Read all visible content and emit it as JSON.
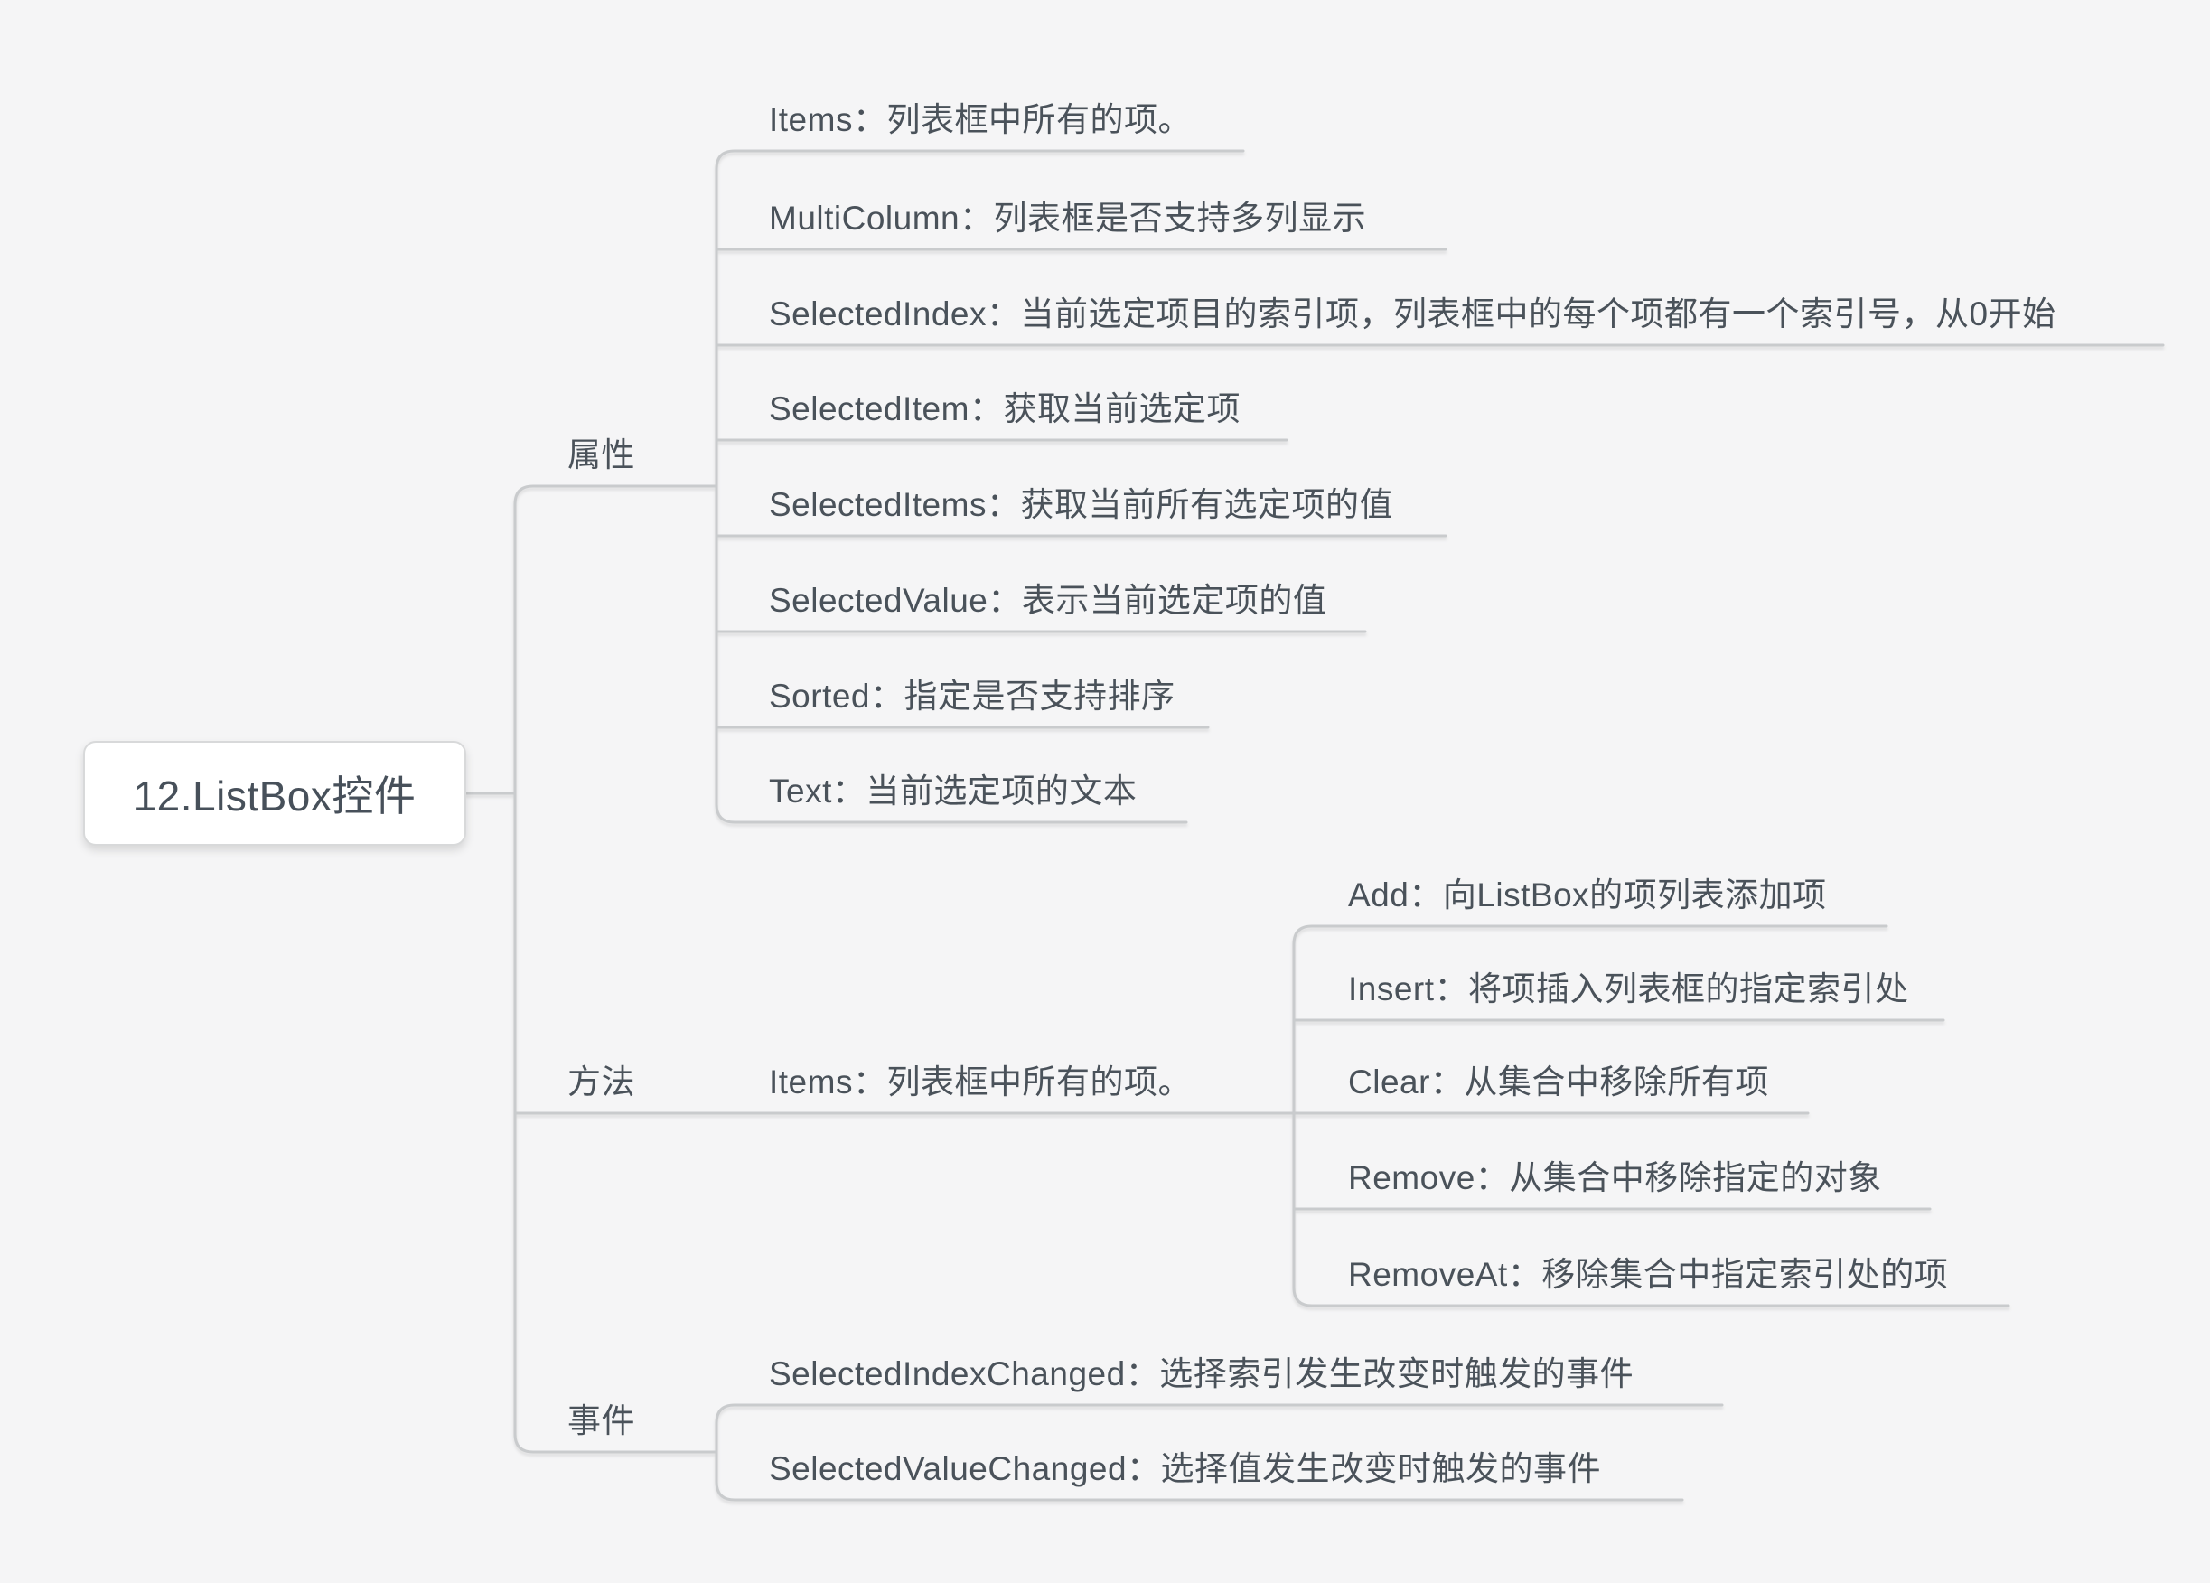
{
  "app": {
    "kind": "mindmap-canvas",
    "style": {
      "background_color": "#f5f5f6",
      "connector_color": "#c9cbcd",
      "text_color": "#4a525a",
      "root_fill": "#ffffff",
      "root_border": "#d8d9da"
    }
  },
  "root": {
    "label": "12.ListBox控件"
  },
  "branches": [
    {
      "label": "属性",
      "children": [
        {
          "label": "Items：列表框中所有的项。"
        },
        {
          "label": "MultiColumn：列表框是否支持多列显示"
        },
        {
          "label": "SelectedIndex：当前选定项目的索引项，列表框中的每个项都有一个索引号，从0开始"
        },
        {
          "label": "SelectedItem：获取当前选定项"
        },
        {
          "label": "SelectedItems：获取当前所有选定项的值"
        },
        {
          "label": "SelectedValue：表示当前选定项的值"
        },
        {
          "label": "Sorted：指定是否支持排序"
        },
        {
          "label": "Text：当前选定项的文本"
        }
      ]
    },
    {
      "label": "方法",
      "children": [
        {
          "label": "Items：列表框中所有的项。",
          "children": [
            {
              "label": "Add：向ListBox的项列表添加项"
            },
            {
              "label": "Insert：将项插入列表框的指定索引处"
            },
            {
              "label": "Clear：从集合中移除所有项"
            },
            {
              "label": "Remove：从集合中移除指定的对象"
            },
            {
              "label": "RemoveAt：移除集合中指定索引处的项"
            }
          ]
        }
      ]
    },
    {
      "label": "事件",
      "children": [
        {
          "label": "SelectedIndexChanged：选择索引发生改变时触发的事件"
        },
        {
          "label": "SelectedValueChanged：选择值发生改变时触发的事件"
        }
      ]
    }
  ]
}
